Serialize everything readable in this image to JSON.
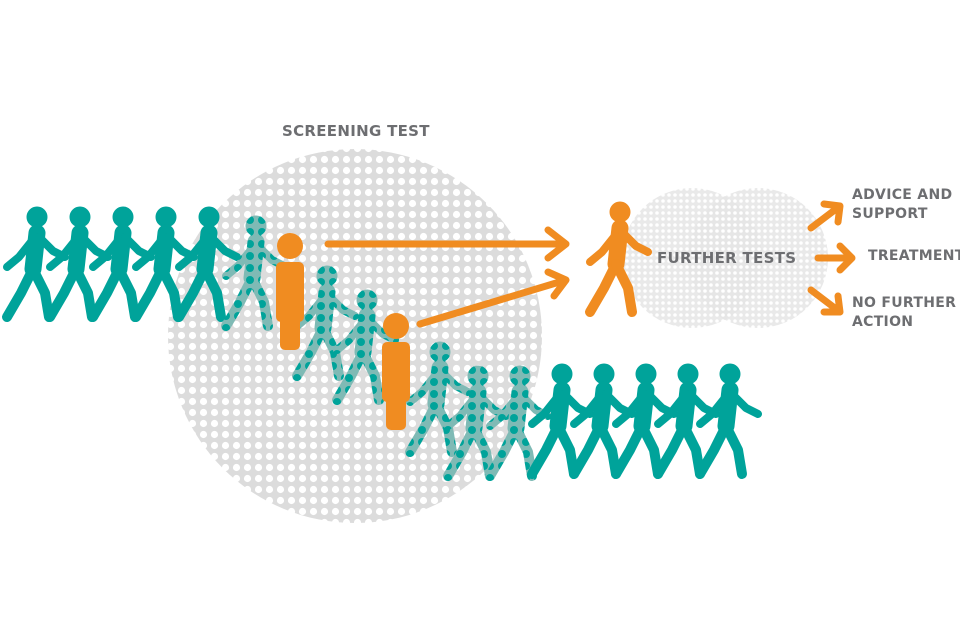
{
  "title": "SCREENING TEST",
  "further_tests": "FURTHER TESTS",
  "outcomes": [
    {
      "line1": "ADVICE AND",
      "line2": "SUPPORT"
    },
    {
      "line1": "TREATMENT",
      "line2": ""
    },
    {
      "line1": "NO FURTHER",
      "line2": "ACTION"
    }
  ],
  "colors": {
    "teal": "#00a39a",
    "teal_light": "#7fbab5",
    "orange": "#f08c21",
    "grey": "#dcdcdc",
    "text": "#6d6e71"
  }
}
